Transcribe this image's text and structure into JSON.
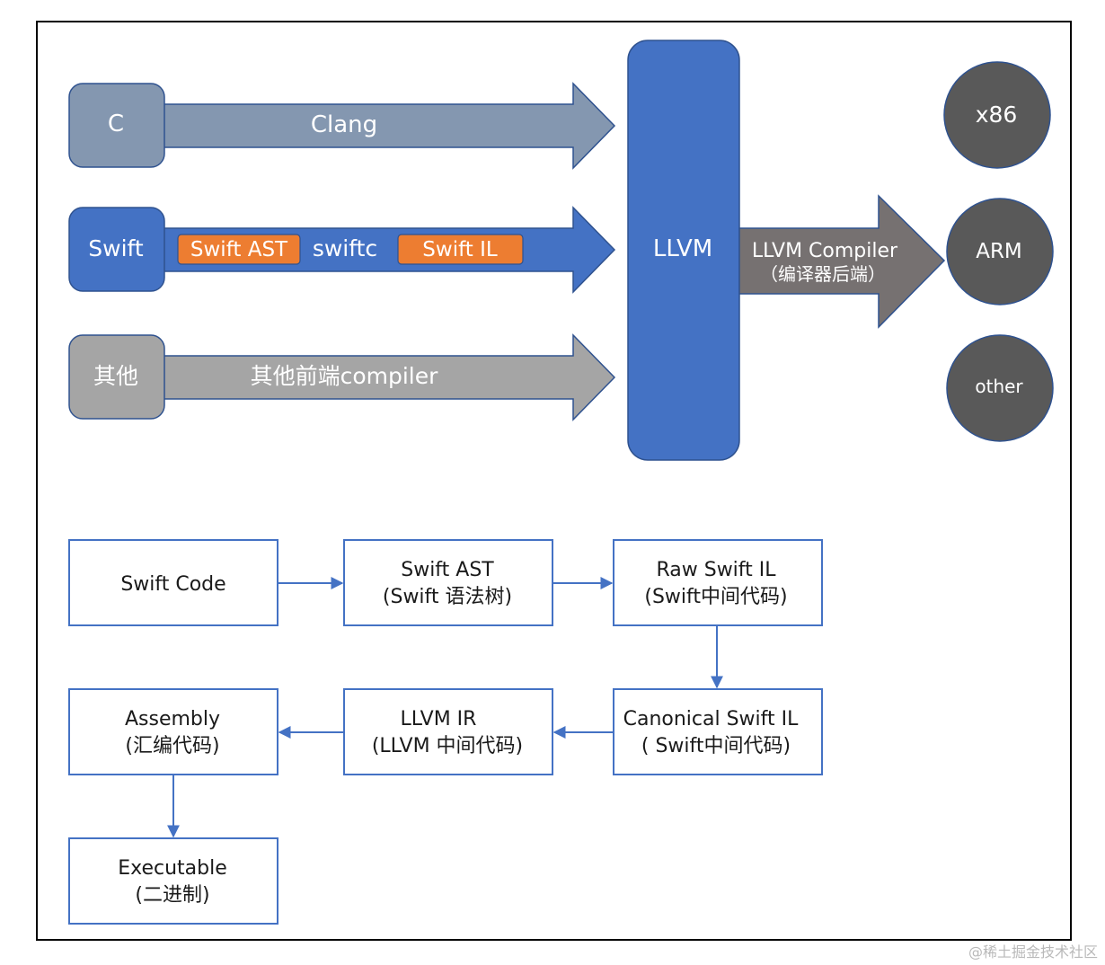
{
  "colors": {
    "c_lane": "#8497b0",
    "swift_lane": "#4472c4",
    "other_lane": "#a5a5a5",
    "llvm_block": "#4472c4",
    "backend_arrow": "#767171",
    "target_circle": "#595959",
    "orange_chip": "#ed7d31",
    "outline": "#2f528f",
    "flow_border": "#4472c4",
    "flow_arrow": "#4472c4"
  },
  "frontends": [
    {
      "source": "C",
      "compiler": "Clang"
    },
    {
      "source": "Swift",
      "chips": [
        "Swift AST",
        "Swift IL"
      ],
      "compiler": "swiftc"
    },
    {
      "source": "其他",
      "compiler": "其他前端compiler"
    }
  ],
  "llvm": {
    "label": "LLVM",
    "backend_line1": "LLVM Compiler",
    "backend_line2": "（编译器后端）"
  },
  "targets": [
    "x86",
    "ARM",
    "other"
  ],
  "pipeline": {
    "swift_code": {
      "line1": "Swift Code",
      "line2": ""
    },
    "swift_ast": {
      "line1": "Swift AST",
      "line2": "(Swift 语法树)"
    },
    "raw_sil": {
      "line1": "Raw Swift IL",
      "line2": "(Swift中间代码)"
    },
    "canonical_sil": {
      "line1": "Canonical Swift IL",
      "line2": "( Swift中间代码)"
    },
    "llvm_ir": {
      "line1": "LLVM IR",
      "line2": "(LLVM 中间代码)"
    },
    "assembly": {
      "line1": "Assembly",
      "line2": "(汇编代码)"
    },
    "executable": {
      "line1": "Executable",
      "line2": "(二进制)"
    }
  },
  "watermark": "@稀土掘金技术社区"
}
